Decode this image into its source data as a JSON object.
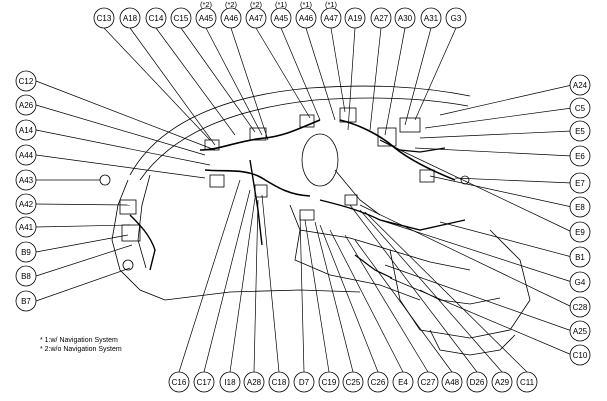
{
  "diagram": {
    "connectors": {
      "top": [
        "C13",
        "A18",
        "C14",
        "C15",
        "A45",
        "A46",
        "A47",
        "A45",
        "A46",
        "A47",
        "A19",
        "A27",
        "A30",
        "A31",
        "G3"
      ],
      "top_marks": [
        "",
        "",
        "",
        "",
        "(*2)",
        "(*2)",
        "(*2)",
        "(*1)",
        "(*1)",
        "(*1)",
        "",
        "",
        "",
        "",
        ""
      ],
      "left": [
        "C12",
        "A26",
        "A14",
        "A44",
        "A43",
        "A42",
        "A41",
        "B9",
        "B8",
        "B7"
      ],
      "right": [
        "A24",
        "C5",
        "E5",
        "E6",
        "E7",
        "E8",
        "E9",
        "B1",
        "G4",
        "C28",
        "A25",
        "C10"
      ],
      "bottom": [
        "C16",
        "C17",
        "I18",
        "A28",
        "C18",
        "D7",
        "C19",
        "C25",
        "C26",
        "E4",
        "C27",
        "A48",
        "D26",
        "A29",
        "C11"
      ]
    },
    "notes": {
      "note1": "* 1:w/ Navigation System",
      "note2": "* 2:w/o Navigation System"
    }
  }
}
